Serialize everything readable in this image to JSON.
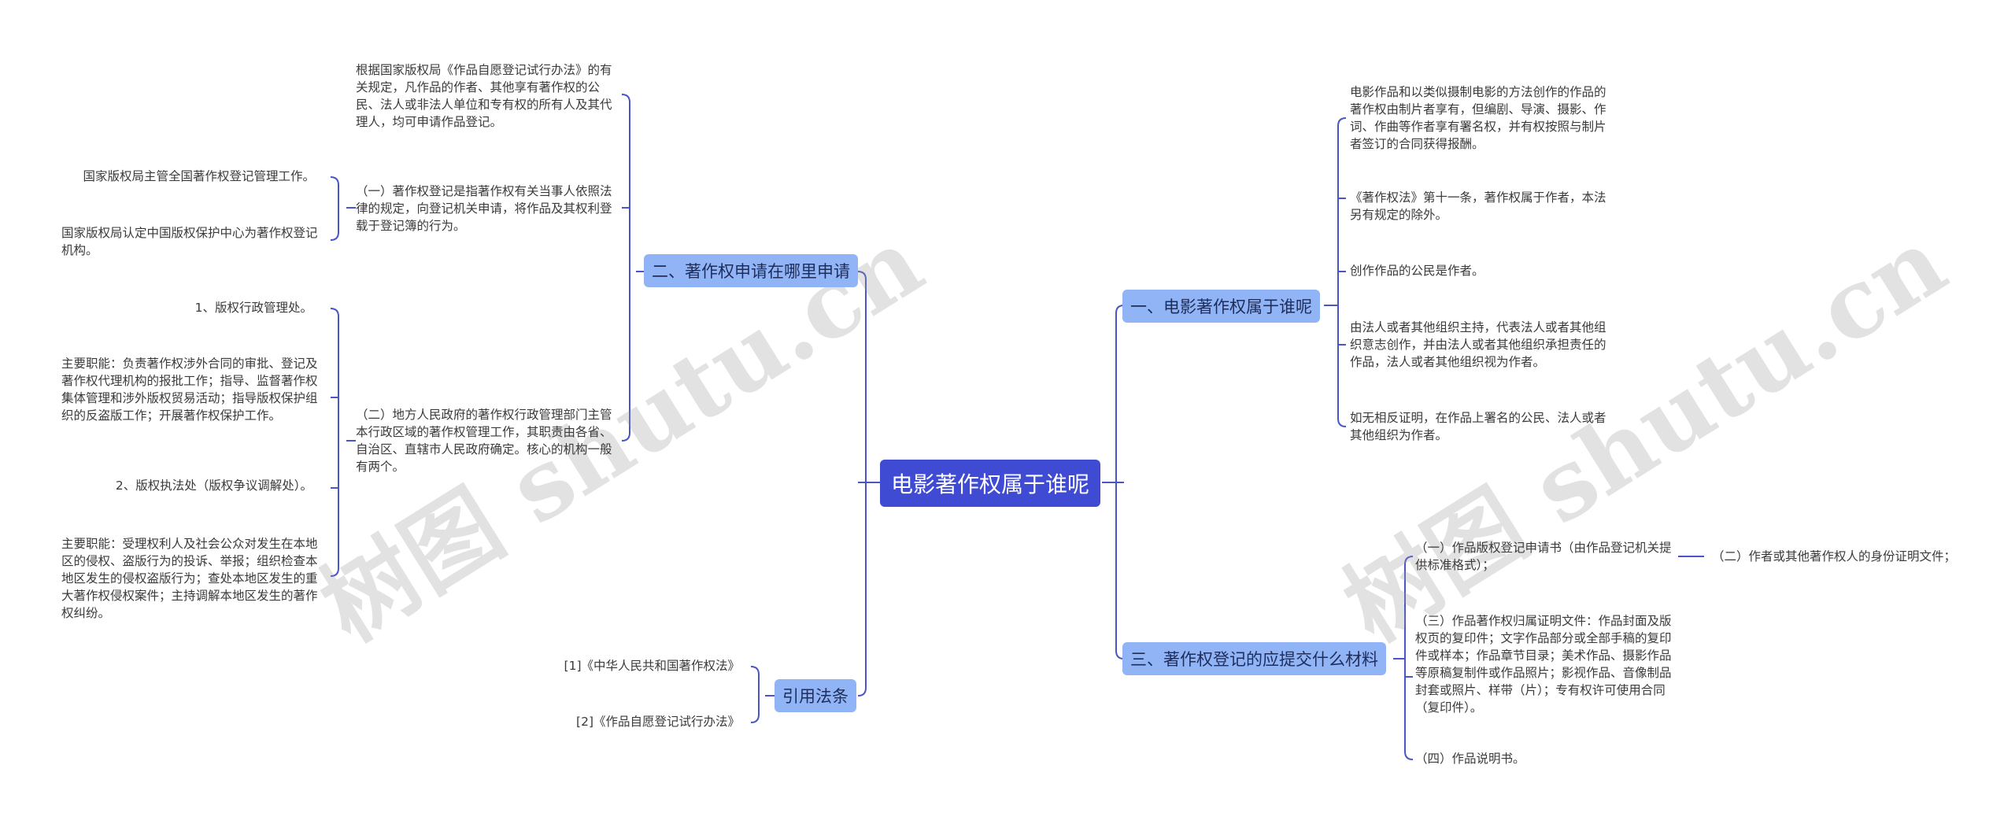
{
  "root": "电影著作权属于谁呢",
  "watermark": "树图 shutu.cn",
  "colors": {
    "root": "#3f4bd3",
    "topic": "#90b4f5",
    "line": "#4a56c8"
  },
  "left": {
    "topic2": {
      "label": "二、著作权申请在哪里申请",
      "basis": "根据国家版权局《作品自愿登记试行办法》的有关规定，凡作品的作者、其他享有著作权的公民、法人或非法人单位和专有权的所有人及其代理人，均可申请作品登记。",
      "sub1": {
        "text": "（一）著作权登记是指著作权有关当事人依照法律的规定，向登记机关申请，将作品及其权利登载于登记簿的行为。",
        "items": [
          "国家版权局主管全国著作权登记管理工作。",
          "国家版权局认定中国版权保护中心为著作权登记机构。"
        ]
      },
      "sub2": {
        "text": "（二）地方人民政府的著作权行政管理部门主管本行政区域的著作权管理工作，其职责由各省、自治区、直辖市人民政府确定。核心的机构一般有两个。",
        "items": [
          "1、版权行政管理处。",
          "主要职能：负责著作权涉外合同的审批、登记及著作权代理机构的报批工作；指导、监督著作权集体管理和涉外版权贸易活动；指导版权保护组织的反盗版工作；开展著作权保护工作。",
          "2、版权执法处（版权争议调解处）。",
          "主要职能：受理权利人及社会公众对发生在本地区的侵权、盗版行为的投诉、举报；组织检查本地区发生的侵权盗版行为；查处本地区发生的重大著作权侵权案件；主持调解本地区发生的著作权纠纷。"
        ]
      }
    },
    "topic_ref": {
      "label": "引用法条",
      "items": [
        "[1]《中华人民共和国著作权法》",
        "[2]《作品自愿登记试行办法》"
      ]
    }
  },
  "right": {
    "topic1": {
      "label": "一、电影著作权属于谁呢",
      "items": [
        "电影作品和以类似摄制电影的方法创作的作品的著作权由制片者享有，但编剧、导演、摄影、作词、作曲等作者享有署名权，并有权按照与制片者签订的合同获得报酬。",
        "《著作权法》第十一条，著作权属于作者，本法另有规定的除外。",
        "创作作品的公民是作者。",
        "由法人或者其他组织主持，代表法人或者其他组织意志创作，并由法人或者其他组织承担责任的作品，法人或者其他组织视为作者。",
        "如无相反证明，在作品上署名的公民、法人或者其他组织为作者。"
      ]
    },
    "topic3": {
      "label": "三、著作权登记的应提交什么材料",
      "items": [
        "（一）作品版权登记申请书（由作品登记机关提供标准格式）；",
        "（三）作品著作权归属证明文件：作品封面及版权页的复印件；文字作品部分或全部手稿的复印件或样本；作品章节目录；美术作品、摄影作品等原稿复制件或作品照片；影视作品、音像制品封套或照片、样带（片）；专有权许可使用合同（复印件）。",
        "（四）作品说明书。"
      ],
      "extra": "（二）作者或其他著作权人的身份证明文件；"
    }
  }
}
